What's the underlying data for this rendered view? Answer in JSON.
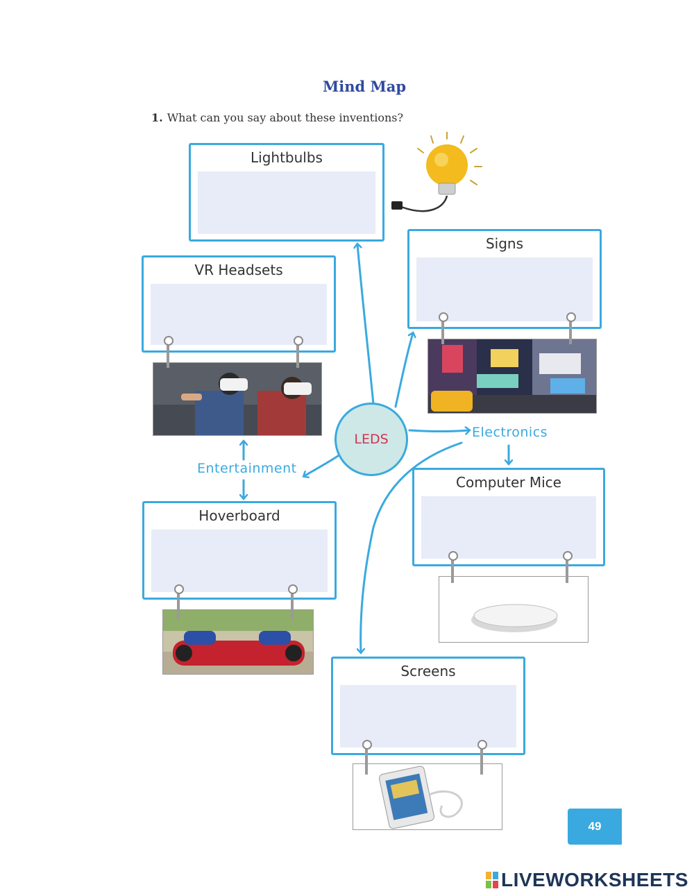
{
  "title": "Mind Map",
  "question": {
    "number": "1.",
    "text": "What can you say about these inventions?"
  },
  "hub": {
    "label": "LEDS"
  },
  "categories": {
    "electronics": "Electronics",
    "entertainment": "Entertainment"
  },
  "boxes": {
    "lightbulbs": {
      "label": "Lightbulbs",
      "answer": ""
    },
    "signs": {
      "label": "Signs",
      "answer": ""
    },
    "vr_headsets": {
      "label": "VR Headsets",
      "answer": ""
    },
    "computer_mice": {
      "label": "Computer Mice",
      "answer": ""
    },
    "hoverboard": {
      "label": "Hoverboard",
      "answer": ""
    },
    "screens": {
      "label": "Screens",
      "answer": ""
    }
  },
  "page_number": "49",
  "brand": "LIVEWORKSHEETS",
  "colors": {
    "accent": "#3aa9df",
    "hub_fill": "#cde8e6",
    "hub_text": "#d2334f",
    "title": "#2f4aa0",
    "answer_bg": "#e8ecf8"
  }
}
